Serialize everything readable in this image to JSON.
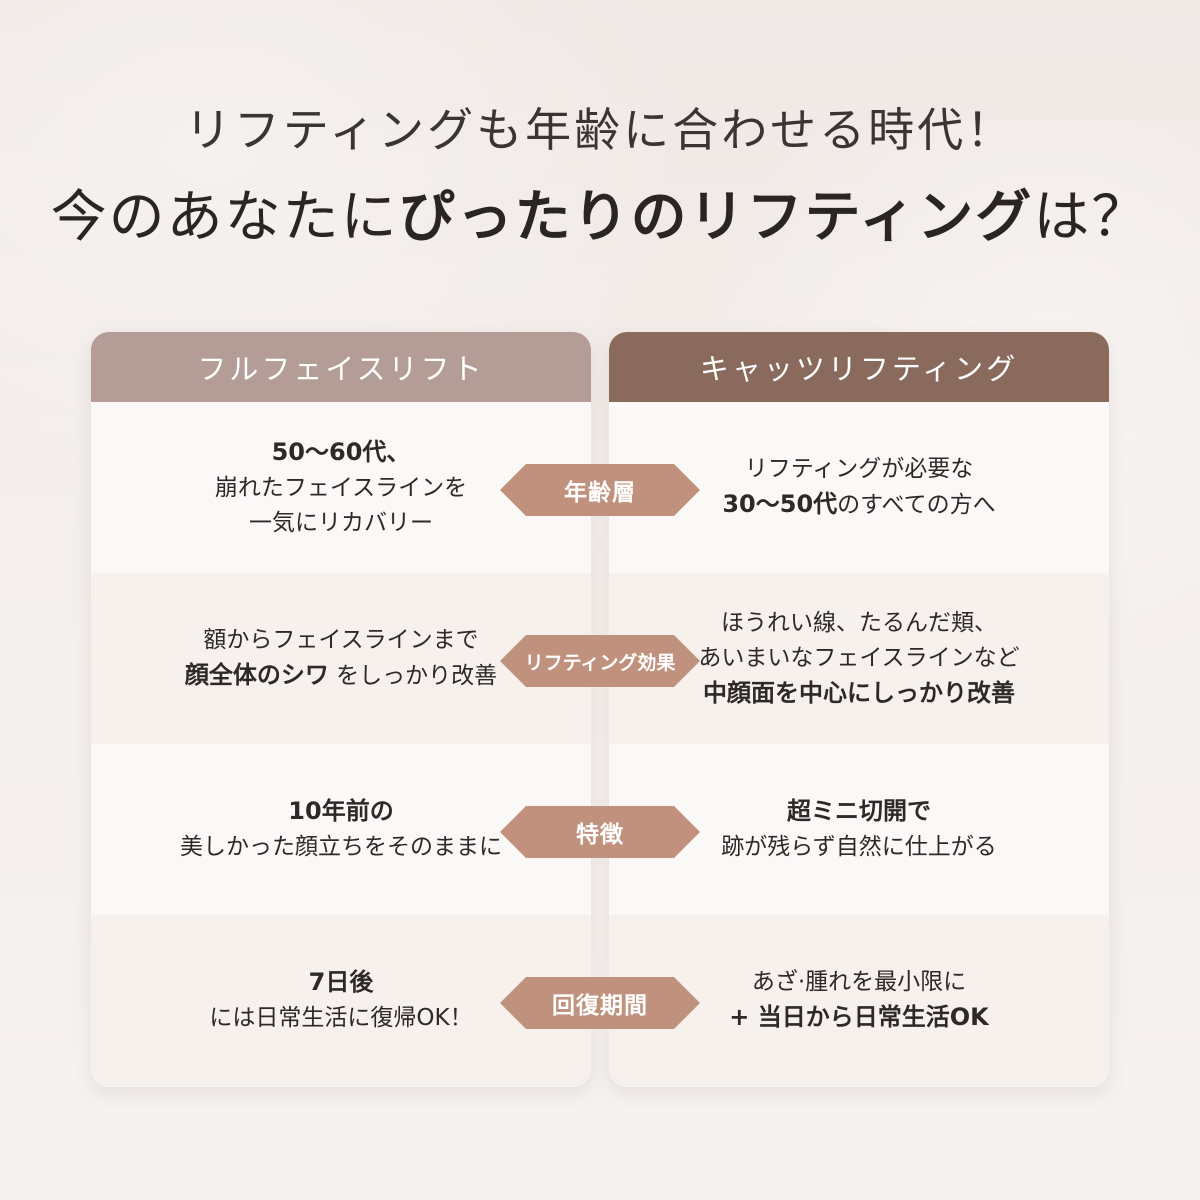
{
  "headline": {
    "line1": "リフティングも年齢に合わせる時代！",
    "line2_a": "今のあなたに",
    "line2_b": "ぴったりのリフティング",
    "line2_c": "は？"
  },
  "colors": {
    "left_header": "#b49d96",
    "right_header": "#8a6a5d",
    "badge": "#c0927d"
  },
  "left_card": {
    "title": "フルフェイスリフト",
    "rows": [
      {
        "l1": "50～60代、",
        "l2": "崩れたフェイスラインを",
        "l3": "一気にリカバリー"
      },
      {
        "l1": "額からフェイスラインまで",
        "l2_bold": "顔全体のシワ",
        "l2_rest": " をしっかり改善"
      },
      {
        "l1": "10年前の",
        "l2": "美しかった顔立ちをそのままに"
      },
      {
        "l1": "7日後",
        "l2": "には日常生活に復帰OK！"
      }
    ]
  },
  "right_card": {
    "title": "キャッツリフティング",
    "rows": [
      {
        "l1": "リフティングが必要な",
        "l2_bold": "30～50代",
        "l2_rest": "のすべての方へ"
      },
      {
        "l1": "ほうれい線、たるんだ頬、",
        "l2": "あいまいなフェイスラインなど",
        "l3": "中顔面を中心にしっかり改善"
      },
      {
        "l1": "超ミニ切開で",
        "l2": "跡が残らず自然に仕上がる"
      },
      {
        "l1": "あざ·腫れを最小限に",
        "l2": "+ 当日から日常生活OK"
      }
    ]
  },
  "badges": [
    "年齢層",
    "リフティング効果",
    "特徴",
    "回復期間"
  ]
}
